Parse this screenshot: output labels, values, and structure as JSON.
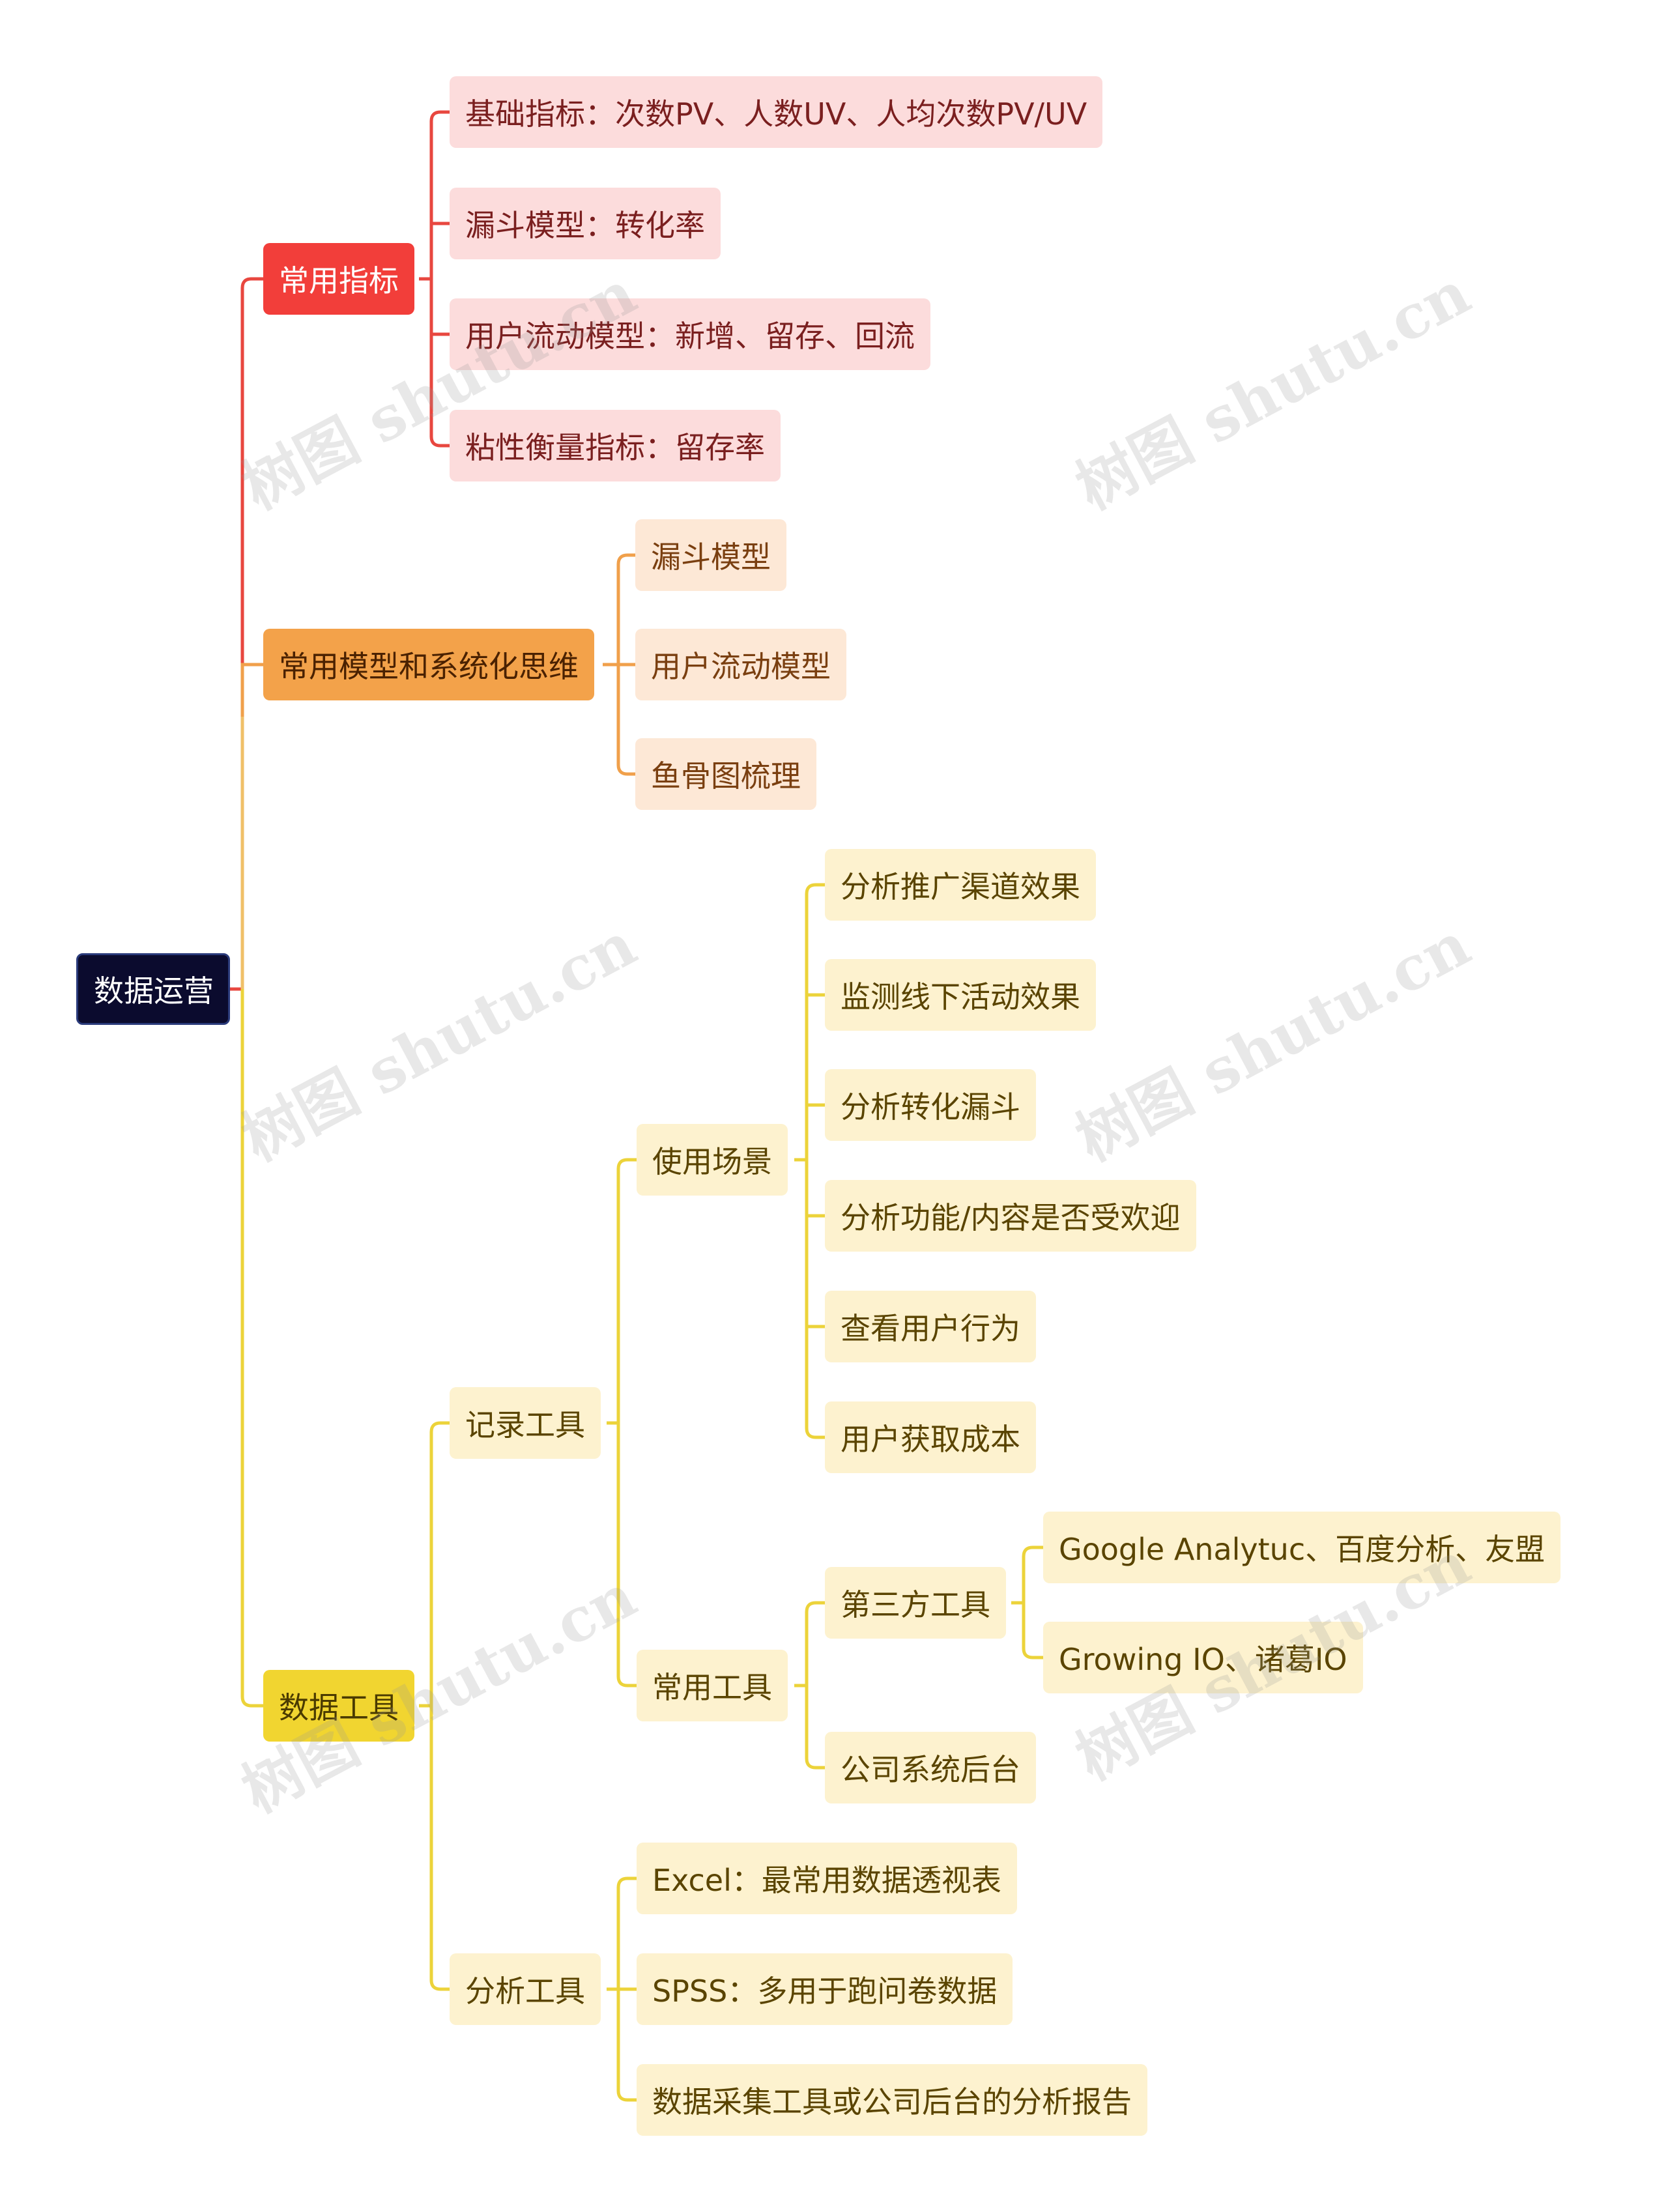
{
  "root": {
    "label": "数据运营"
  },
  "branches": {
    "metrics": {
      "label": "常用指标",
      "items": [
        "基础指标：次数PV、人数UV、人均次数PV/UV",
        "漏斗模型：转化率",
        "用户流动模型：新增、留存、回流",
        "粘性衡量指标：留存率"
      ]
    },
    "models": {
      "label": "常用模型和系统化思维",
      "items": [
        "漏斗模型",
        "用户流动模型",
        "鱼骨图梳理"
      ]
    },
    "tools": {
      "label": "数据工具",
      "record": {
        "label": "记录工具",
        "scenarios": {
          "label": "使用场景",
          "items": [
            "分析推广渠道效果",
            "监测线下活动效果",
            "分析转化漏斗",
            "分析功能/内容是否受欢迎",
            "查看用户行为",
            "用户获取成本"
          ]
        },
        "common": {
          "label": "常用工具",
          "third_party": {
            "label": "第三方工具",
            "items": [
              "Google Analytuc、百度分析、友盟",
              "Growing IO、诸葛IO"
            ]
          },
          "company": "公司系统后台"
        }
      },
      "analysis": {
        "label": "分析工具",
        "items": [
          "Excel：最常用数据透视表",
          "SPSS：多用于跑问卷数据",
          "数据采集工具或公司后台的分析报告"
        ]
      }
    }
  },
  "watermark": "树图 shutu.cn",
  "colors": {
    "red": "#e8473f",
    "orange": "#f0a04b",
    "yellow": "#ecd33a",
    "root": "#0b0b2e"
  }
}
